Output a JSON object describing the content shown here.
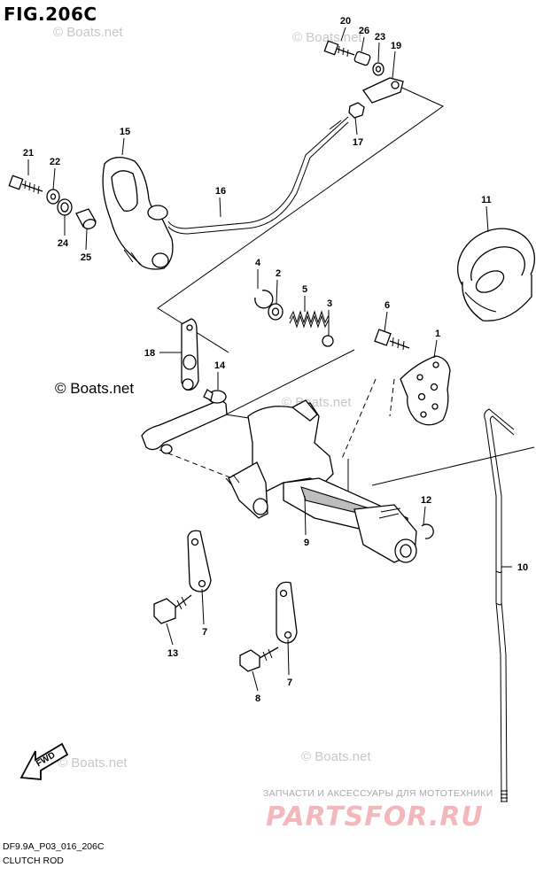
{
  "figure": {
    "title": "FIG.206C",
    "code": "DF9.9A_P03_016_206C",
    "caption": "CLUTCH ROD"
  },
  "watermarks": {
    "main": "© Boats.net",
    "faint": "© Boats.net"
  },
  "direction_badge": "FWD",
  "banner": {
    "line1": "ЗАПЧАСТИ И АКСЕССУАРЫ ДЛЯ МОТОТЕХНИКИ",
    "logo": "PARTSFOR.RU"
  },
  "callouts": {
    "c1": "1",
    "c2": "2",
    "c3": "3",
    "c4": "4",
    "c5": "5",
    "c6": "6",
    "c7a": "7",
    "c7b": "7",
    "c8": "8",
    "c9": "9",
    "c10": "10",
    "c11": "11",
    "c12": "12",
    "c13": "13",
    "c14": "14",
    "c15": "15",
    "c16": "16",
    "c17": "17",
    "c18": "18",
    "c19": "19",
    "c20": "20",
    "c21": "21",
    "c22": "22",
    "c23": "23",
    "c24": "24",
    "c25": "25",
    "c26": "26"
  },
  "colors": {
    "line": "#000000",
    "watermark": "#c8c8c8",
    "banner_text": "#a9a9a9",
    "banner_logo": "#f2b8bc"
  }
}
